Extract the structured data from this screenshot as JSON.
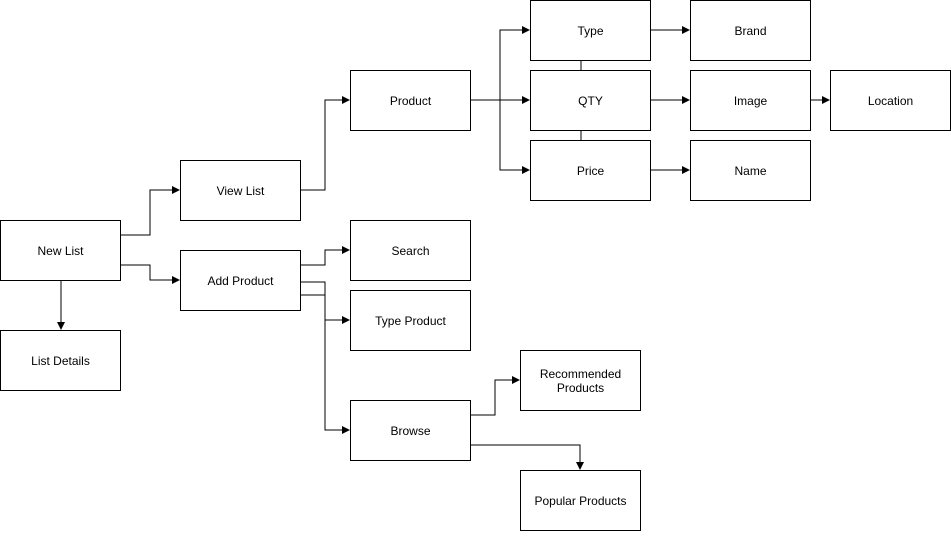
{
  "diagram": {
    "nodes": {
      "new_list": "New List",
      "list_details": "List Details",
      "view_list": "View List",
      "add_product": "Add Product",
      "product": "Product",
      "type": "Type",
      "qty": "QTY",
      "price": "Price",
      "brand": "Brand",
      "image": "Image",
      "location": "Location",
      "name": "Name",
      "search": "Search",
      "type_product": "Type Product",
      "browse": "Browse",
      "recommended_products": "Recommended\nProducts",
      "popular_products": "Popular Products"
    },
    "line_color": "#000000"
  }
}
